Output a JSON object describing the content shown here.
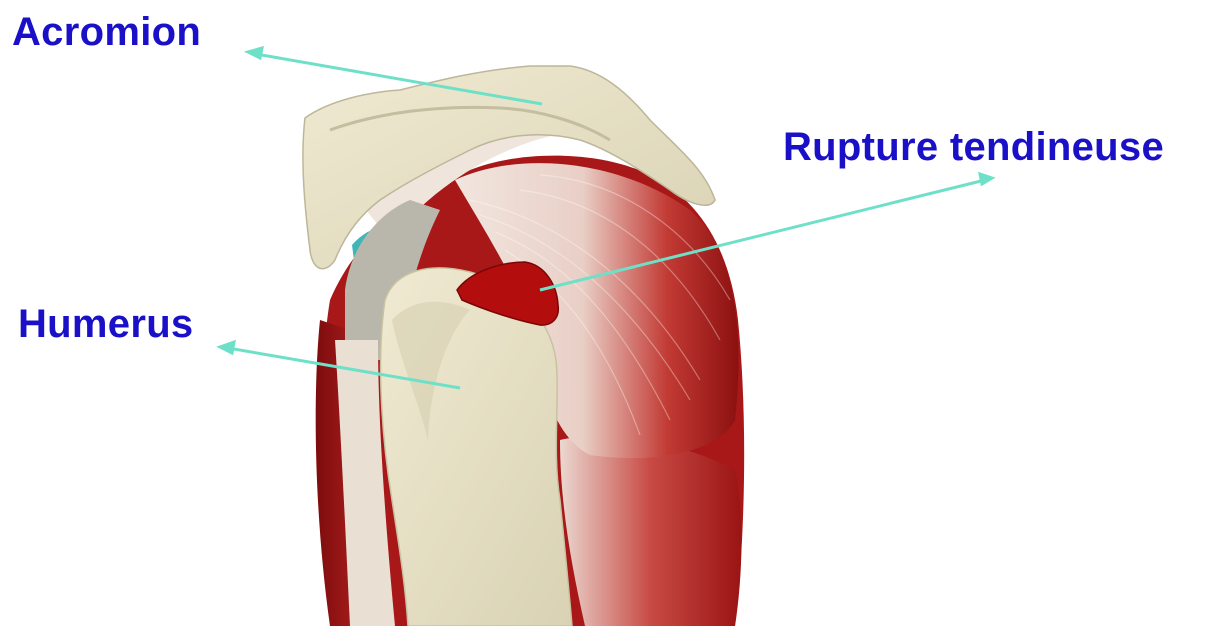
{
  "labels": {
    "acromion": "Acromion",
    "rupture": "Rupture tendineuse",
    "humerus": "Humerus"
  },
  "colors": {
    "label_text": "#1a10c8",
    "leader_line": "#6fe0c8",
    "muscle": "#b01818",
    "muscle_dark": "#6e0a0a",
    "tendon": "#ece3da",
    "bone": "#e8e2c6",
    "bone_shadow": "#c9c2a2",
    "rupture": "#b40d0d",
    "cartilage": "#3fb6b8"
  }
}
